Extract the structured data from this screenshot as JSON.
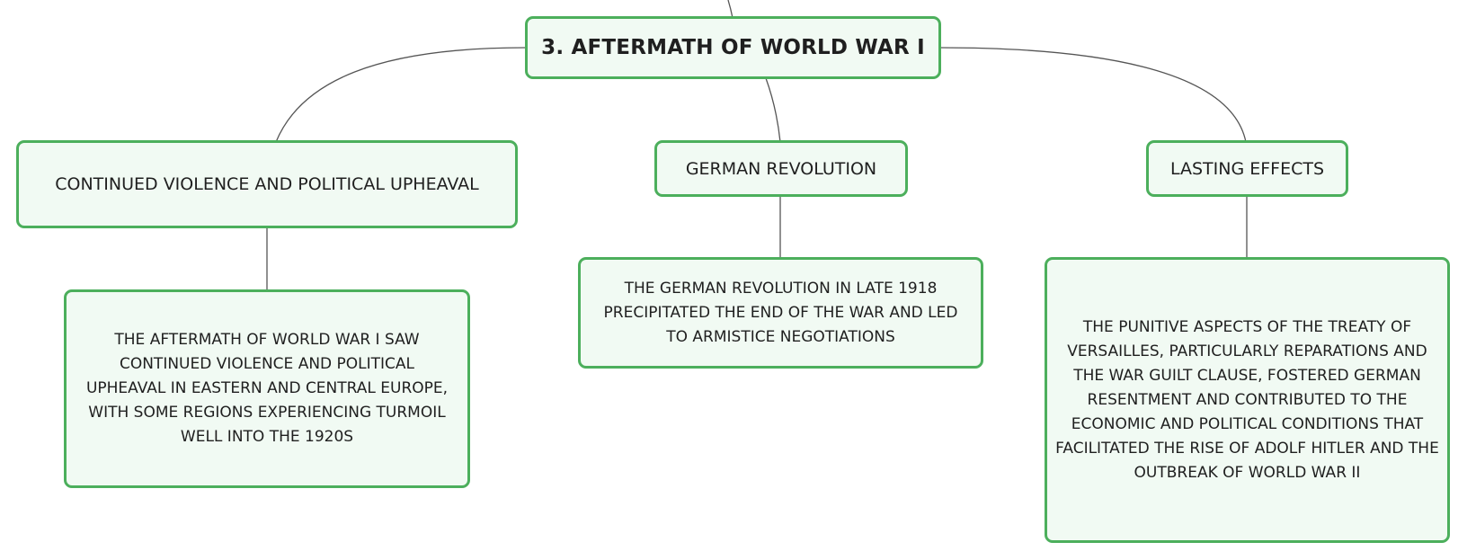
{
  "diagram": {
    "type": "mind-map",
    "colors": {
      "node_border": "#4caf5c",
      "node_fill": "#f1faf3",
      "connector": "#555555",
      "text": "#1f1f1f"
    },
    "root": {
      "label": "3. AFTERMATH OF WORLD WAR I"
    },
    "branches": [
      {
        "label": "CONTINUED VIOLENCE AND POLITICAL UPHEAVAL",
        "detail": "THE AFTERMATH OF WORLD WAR I SAW CONTINUED VIOLENCE AND POLITICAL UPHEAVAL IN EASTERN AND CENTRAL EUROPE, WITH SOME REGIONS EXPERIENCING TURMOIL WELL INTO THE 1920S"
      },
      {
        "label": "GERMAN REVOLUTION",
        "detail": "THE GERMAN REVOLUTION IN LATE 1918 PRECIPITATED THE END OF THE WAR AND LED TO ARMISTICE NEGOTIATIONS"
      },
      {
        "label": "LASTING EFFECTS",
        "detail": "THE PUNITIVE ASPECTS OF THE TREATY OF VERSAILLES, PARTICULARLY REPARATIONS AND THE WAR GUILT CLAUSE, FOSTERED GERMAN RESENTMENT AND CONTRIBUTED TO THE ECONOMIC AND POLITICAL CONDITIONS THAT FACILITATED THE RISE OF ADOLF HITLER AND THE OUTBREAK OF WORLD WAR II"
      }
    ]
  }
}
